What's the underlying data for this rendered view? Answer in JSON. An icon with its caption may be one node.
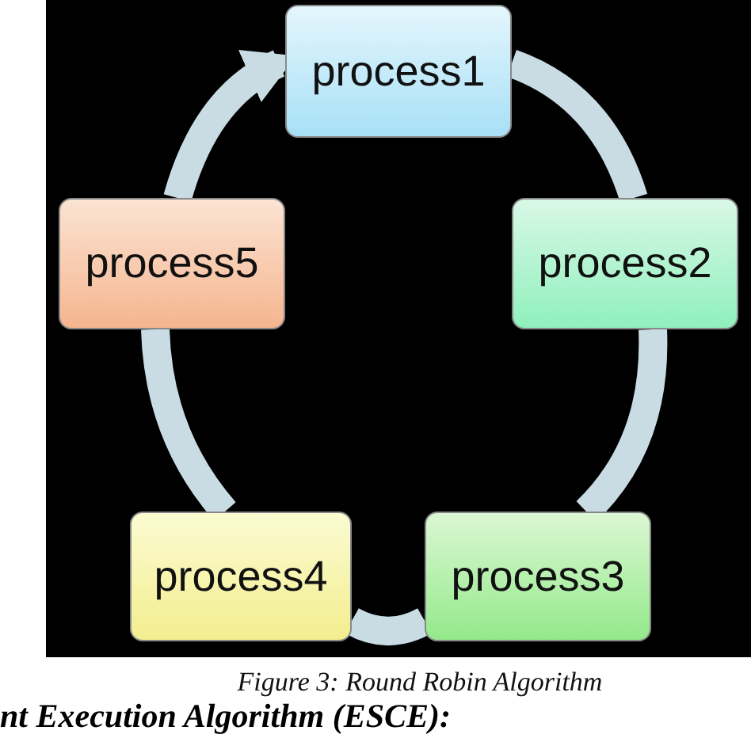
{
  "diagram": {
    "caption": "Figure 3: Round Robin Algorithm",
    "nodes": [
      {
        "text": [
          "process1"
        ]
      },
      {
        "text": [
          "process2"
        ]
      },
      {
        "text": [
          "process3"
        ]
      },
      {
        "text": [
          "process4"
        ]
      },
      {
        "text": [
          "process5"
        ]
      }
    ],
    "edges": [
      {
        "from": 0,
        "to": 1,
        "arrow": "none"
      },
      {
        "from": 1,
        "to": 2,
        "arrow": "none"
      },
      {
        "from": 2,
        "to": 3,
        "arrow": "none"
      },
      {
        "from": 3,
        "to": 4,
        "arrow": "none"
      },
      {
        "from": 4,
        "to": 0,
        "arrow": "to"
      }
    ],
    "labels": [
      "nt Execution Algorithm (ESCE):"
    ]
  }
}
